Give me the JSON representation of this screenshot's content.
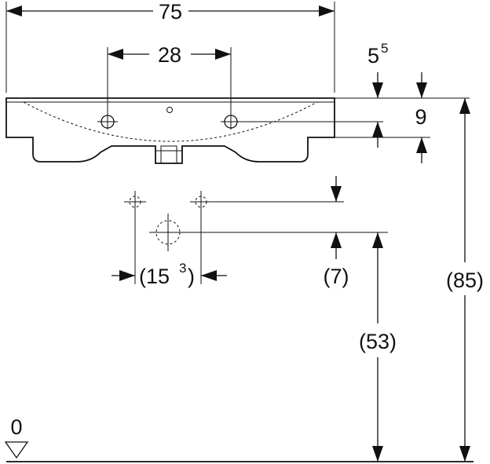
{
  "dimensions": {
    "overall_width": "75",
    "tap_hole_spacing": "28",
    "rim_thickness_main": "5",
    "rim_thickness_sup": "5",
    "basin_depth": "9",
    "wall_connection_spacing_open": "(15",
    "wall_connection_spacing_sup": "3",
    "wall_connection_spacing_close": ")",
    "connection_offset": "(7)",
    "waste_height": "(53)",
    "total_height": "(85)",
    "floor_level": "0"
  }
}
